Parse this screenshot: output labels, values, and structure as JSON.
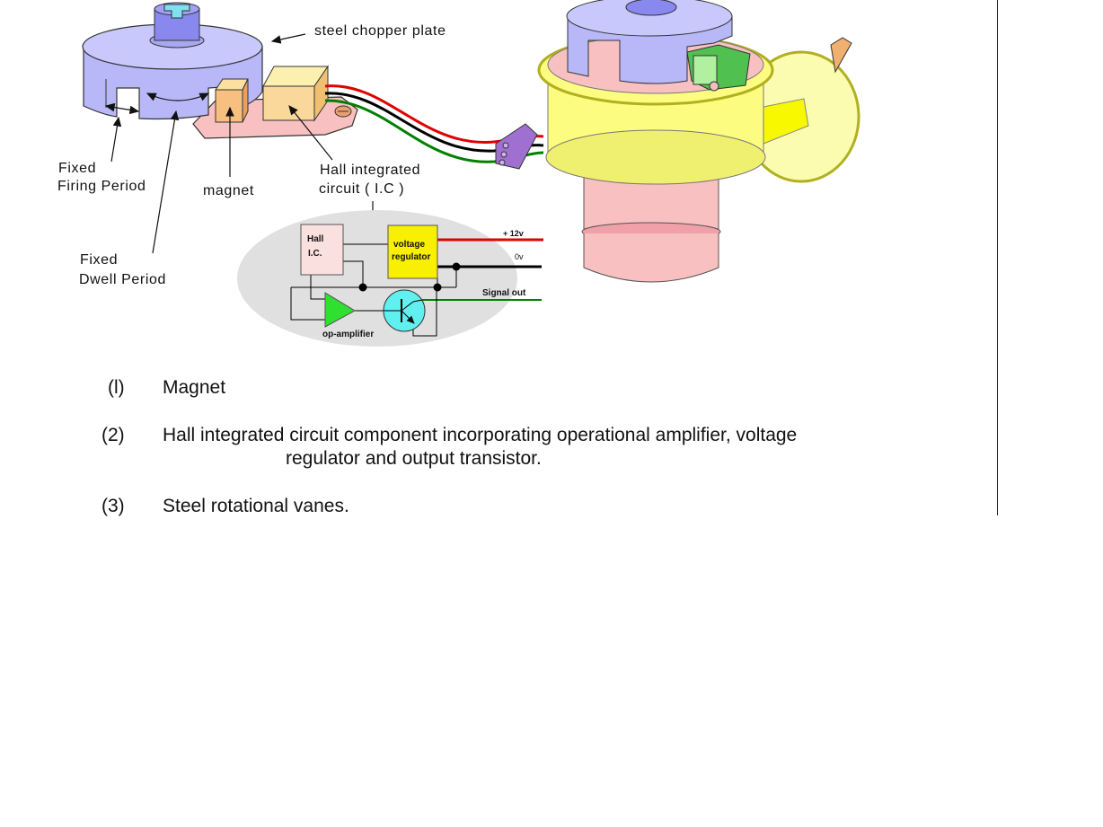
{
  "labels": {
    "steel_chopper_plate": "steel chopper plate",
    "fixed_firing_1": "Fixed",
    "fixed_firing_2": "Firing Period",
    "magnet": "magnet",
    "hall_ic_1": "Hall integrated",
    "hall_ic_2": "circuit ( I.C )",
    "fixed_dwell_1": "Fixed",
    "fixed_dwell_2": "Dwell Period"
  },
  "circuit": {
    "hall_ic_1": "Hall",
    "hall_ic_2": "I.C.",
    "regulator_1": "voltage",
    "regulator_2": "regulator",
    "plus12v": "+ 12v",
    "zero_v": "0v",
    "signal_out": "Signal out",
    "op_amp": "op-amplifier"
  },
  "captions": [
    {
      "num": "(l)",
      "text": "Magnet",
      "cont": ""
    },
    {
      "num": "(2)",
      "text": "Hall integrated circuit component incorporating operational amplifier, voltage",
      "cont": "regulator and output transistor."
    },
    {
      "num": "(3)",
      "text": "Steel rotational vanes.",
      "cont": ""
    }
  ],
  "colors": {
    "chopper": "#b8b8f8",
    "magnet": "#f8c080",
    "ic_block": "#fad79a",
    "base_plate": "#f8c0c0",
    "distributor_body": "#fcfc80",
    "wire_red": "#e00000",
    "wire_black": "#000000",
    "wire_green": "#008000",
    "circuit_bg": "#e0e0e0",
    "op_amp": "#30e030",
    "transistor": "#60f0f0",
    "regulator": "#f8f000"
  }
}
